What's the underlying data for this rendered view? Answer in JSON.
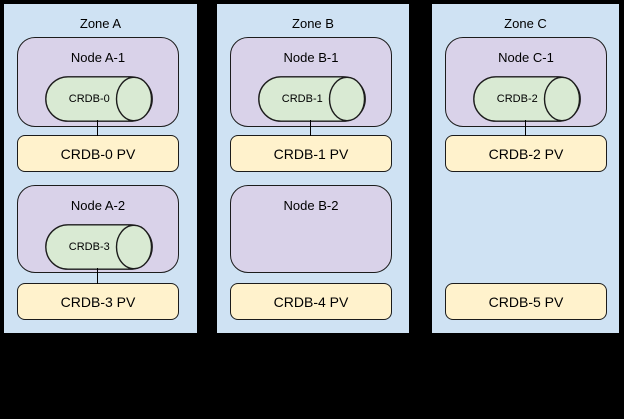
{
  "diagram": {
    "background_color": "#000000",
    "colors": {
      "zone_fill": "#cfe2f3",
      "node_fill": "#d9d2e9",
      "cylinder_fill": "#d9ead3",
      "pv_fill": "#fff2cc",
      "border": "#1c1c1c",
      "zone_border": "#000000",
      "connector": "#000000"
    },
    "zones": [
      {
        "label": "Zone A",
        "nodes": [
          {
            "label": "Node A-1",
            "db": "CRDB-0",
            "pv": "CRDB-0 PV",
            "connected": true
          },
          {
            "label": "Node A-2",
            "db": "CRDB-3",
            "pv": "CRDB-3 PV",
            "connected": true
          }
        ]
      },
      {
        "label": "Zone B",
        "nodes": [
          {
            "label": "Node B-1",
            "db": "CRDB-1",
            "pv": "CRDB-1 PV",
            "connected": true
          },
          {
            "label": "Node B-2",
            "db": null,
            "pv": "CRDB-4 PV",
            "connected": false
          }
        ]
      },
      {
        "label": "Zone C",
        "nodes": [
          {
            "label": "Node C-1",
            "db": "CRDB-2",
            "pv": "CRDB-2 PV",
            "connected": true
          },
          {
            "label": null,
            "db": null,
            "pv": "CRDB-5 PV",
            "connected": false
          }
        ]
      }
    ]
  }
}
